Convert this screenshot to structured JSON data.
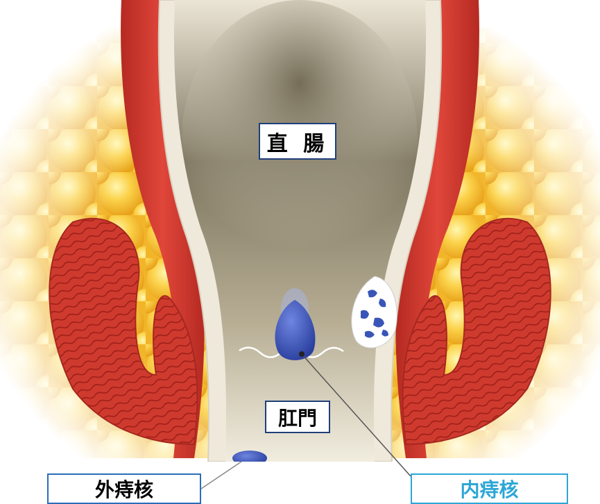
{
  "labels": {
    "rectum": "直 腸",
    "anus": "肛門",
    "external_hemorrhoid": "外痔核",
    "internal_hemorrhoid": "内痔核"
  },
  "colors": {
    "fat": "#f7c232",
    "muscle": "#c8382d",
    "wall": "#eee8da",
    "lumen": "#8a8064",
    "hemorrhoid": "#3a55b8",
    "internal_label": "#2ca6d6",
    "label_border": "#1f3f7a"
  }
}
